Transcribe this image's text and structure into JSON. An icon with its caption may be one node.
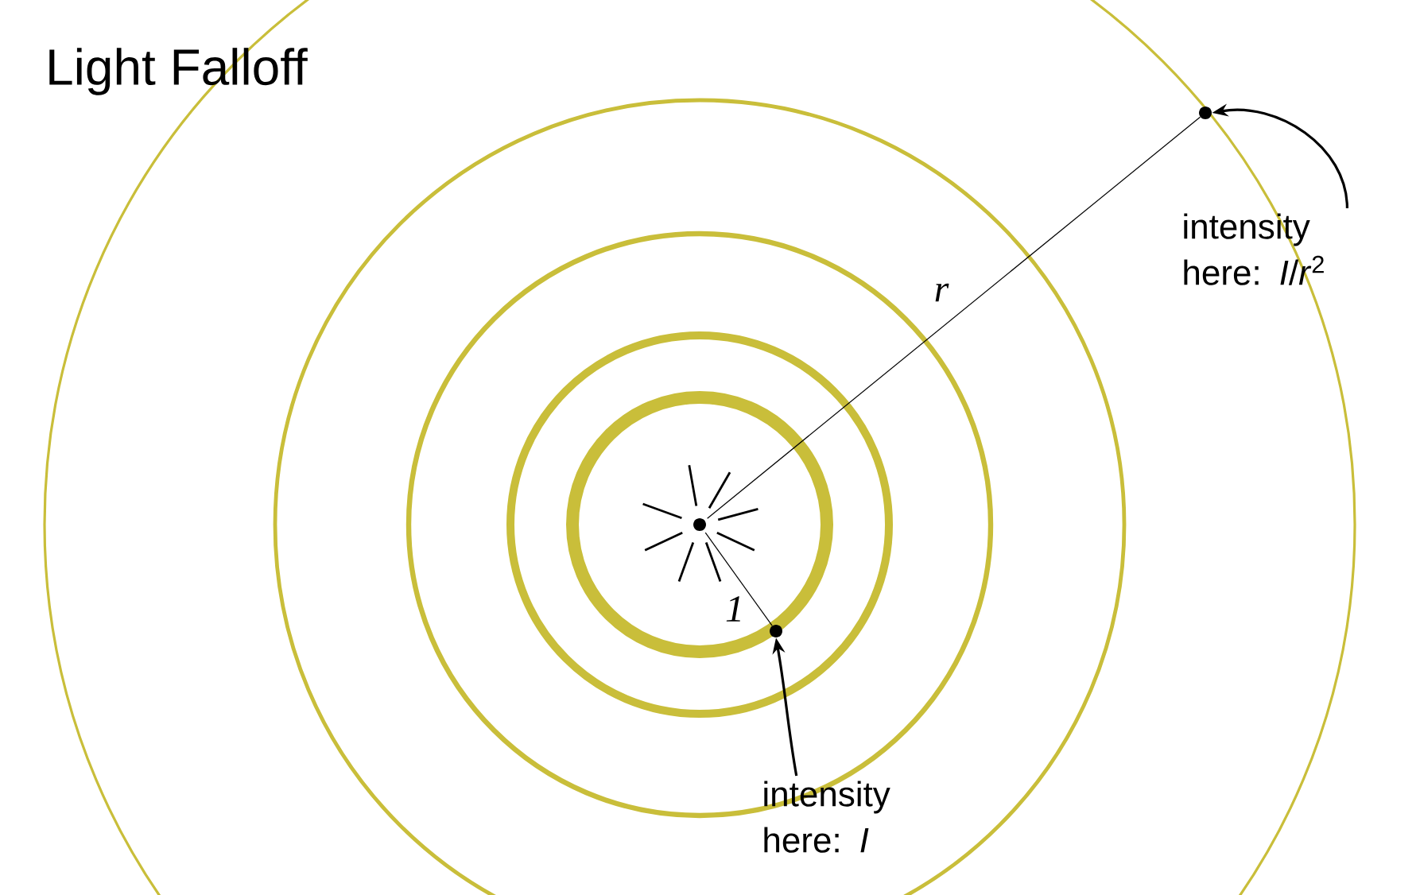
{
  "diagram": {
    "title": "Light Falloff",
    "nodes": [
      {
        "text": [],
        "shape": "circle"
      },
      {
        "text": [],
        "shape": "circle"
      },
      {
        "text": [],
        "shape": "circle"
      },
      {
        "text": [
          "intensity here: *I*"
        ]
      },
      {
        "text": [
          "intensity here: *I*/*r*$^{2}$"
        ]
      }
    ],
    "edges": [
      {
        "from": 0,
        "to": 1,
        "arrow": "none",
        "label": "1"
      },
      {
        "from": 0,
        "to": 2,
        "arrow": "none",
        "label": "r"
      },
      {
        "from": 3,
        "to": 1,
        "arrow": "to"
      },
      {
        "from": 4,
        "to": 2,
        "arrow": "to"
      }
    ]
  }
}
